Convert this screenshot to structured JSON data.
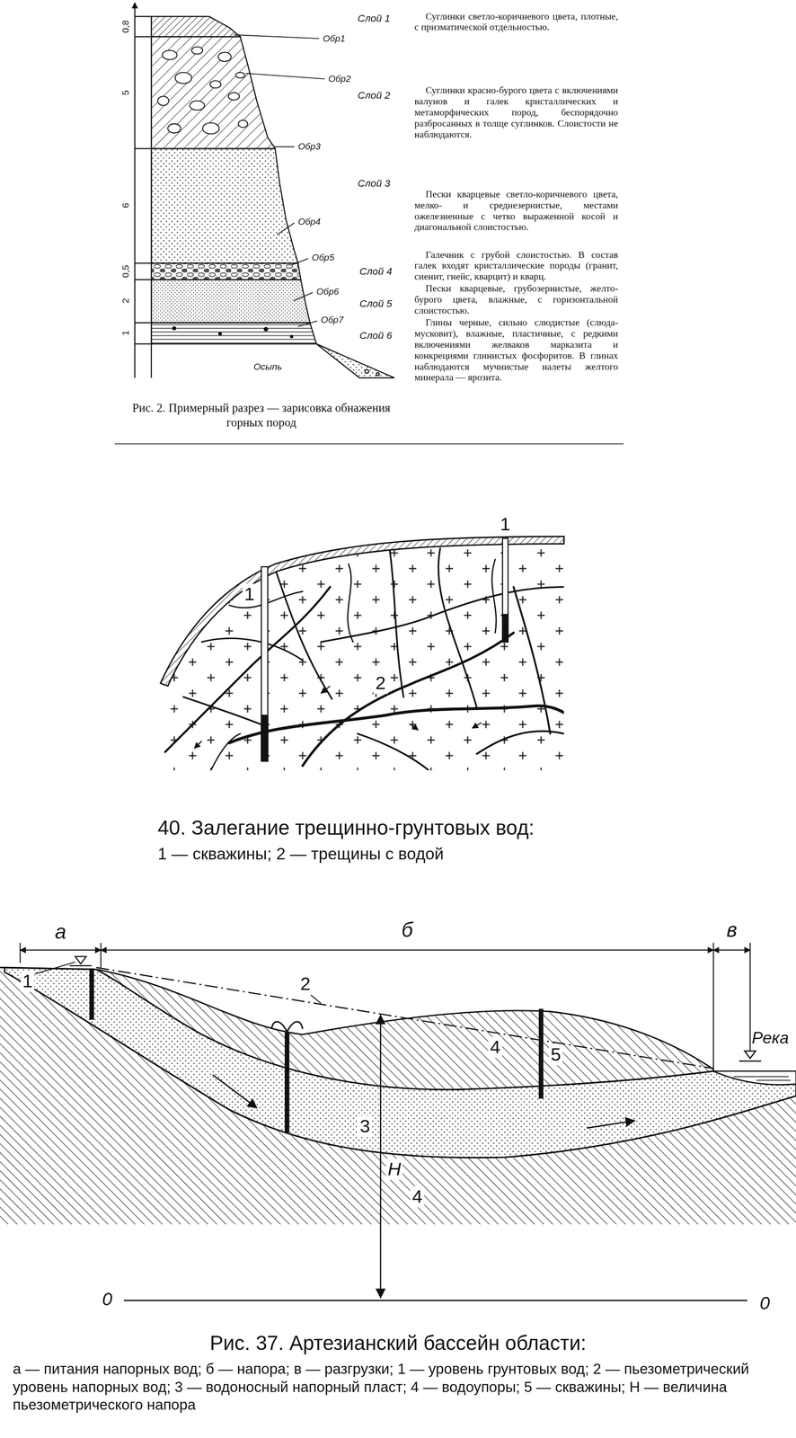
{
  "diagram": {
    "labels": [
      "0,8",
      "5",
      "6",
      "0,5",
      "2",
      "1",
      "Слой 1",
      "Обр1",
      "Обр2",
      "Слой 2",
      "Обр3",
      "Слой 3",
      "Обр4",
      "Обр5",
      "Слой 4",
      "Обр6",
      "Слой 5",
      "Обр7",
      "Слой 6",
      "Осыпь",
      "Суглинки светло-коричневого цвета, плотные, с призматической отдельностью.",
      "Суглинки красно-бурого цвета с включениями валунов и галек кристаллических и метаморфических пород, беспорядочно разбросанных в толще суглинков. Слоистости не наблюдаются.",
      "Пески кварцевые светло-коричневого цвета, мелко- и среднезернистые, местами ожелезненные с четко выраженной косой и диагональной слоистостью.",
      "Галечник с грубой слоистостью. В состав галек входят кристаллические породы (гранит, сиенит, гнейс, кварцит) и кварц.",
      "Пески кварцевые, грубозернистые, желто-бурого цвета, влажные, с горизонтальной слоистостью.",
      "Глины черные, сильно слюдистые (слюда-мусковит), влажные, пластичные, с редкими включениями желваков марказита и конкрециями глинистых фосфоритов. В глинах наблюдаются мучнистые налеты желтого минерала — ярозита.",
      "Рис. 2. Примерный разрез — зарисовка обнажения горных пород",
      "1",
      "1",
      "2",
      "40. Залегание трещинно-грунтовых вод:",
      "1 — скважины; 2 — трещины с водой",
      "а",
      "б",
      "в",
      "1",
      "2",
      "4",
      "5",
      "3",
      "H",
      "4",
      "0",
      "0",
      "Река",
      "Рис. 37. Артезианский бассейн области:",
      "а — питания напорных вод; б — напора; в — разгрузки; 1 — уровень грунтовых вод; 2 — пьезометрический уровень напорных вод; 3 — водоносный напорный пласт; 4 — водоупоры; 5 — скважины; H — величина пьезометрического напора"
    ]
  }
}
